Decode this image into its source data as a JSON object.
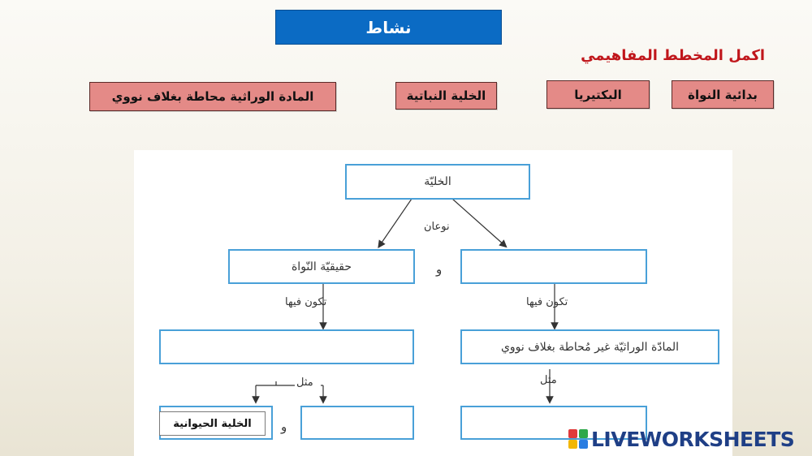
{
  "header": {
    "title": "نشاط"
  },
  "instruction": "اكمل المخطط المفاهيمي",
  "word_bank": [
    "بدائية النواة",
    "البكتيريا",
    "الخلية النباتية",
    "المادة الوراثية محاطة بغلاف نووي"
  ],
  "diagram": {
    "root": "الخليّة",
    "branch_label": "نوعان",
    "right_top": "",
    "left_top": "حقيقيّة النّواة",
    "and1": "و",
    "consists_right": "تكون فيها",
    "consists_left": "تكون فيها",
    "right_mid": "المادّة الوراثيّة غير مُحاطة بغلاف نووي",
    "left_mid": "",
    "example_right": "مثل",
    "example_left": "مثل",
    "right_bottom": "",
    "left_bottom_left_drop": "الخلية الحيوانية",
    "and2": "و",
    "left_bottom_right": ""
  },
  "logo": {
    "text": "LIVEWORKSHEETS",
    "colors": [
      "#e03a3a",
      "#2ea84a",
      "#f2b705",
      "#2a7de1"
    ]
  }
}
